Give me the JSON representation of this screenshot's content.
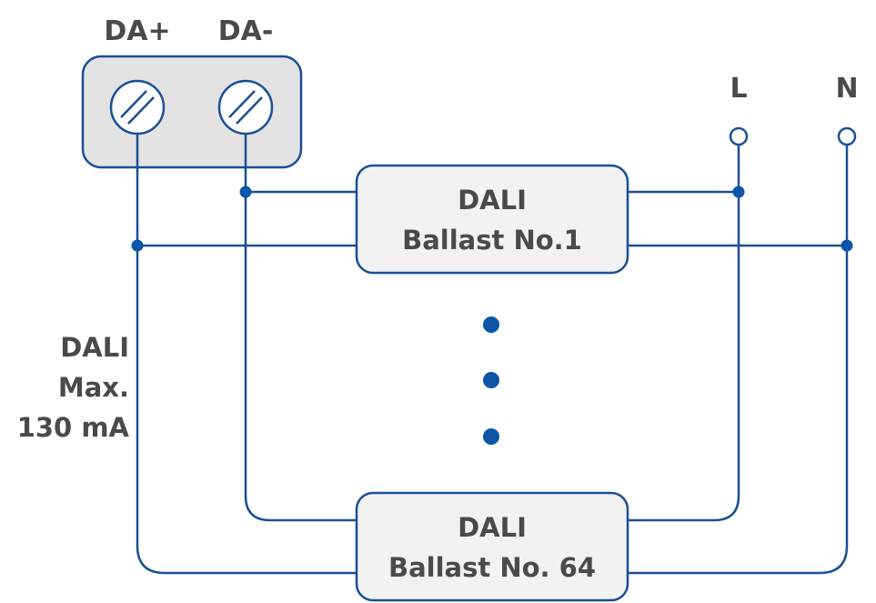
{
  "terminals": {
    "da_plus": "DA+",
    "da_minus": "DA-"
  },
  "mains": {
    "line": "L",
    "neutral": "N"
  },
  "ballast_first": {
    "line1": "DALI",
    "line2": "Ballast No.1"
  },
  "ballast_last": {
    "line1": "DALI",
    "line2": "Ballast No. 64"
  },
  "bus_note": {
    "line1": "DALI",
    "line2": "Max.",
    "line3": "130 mA"
  },
  "colors": {
    "wire": "#1a4f94",
    "dot": "#0b56a8",
    "text": "#4a4a4a",
    "box_fill": "#f2f2f2",
    "terminal_fill": "#e3e3e3"
  }
}
